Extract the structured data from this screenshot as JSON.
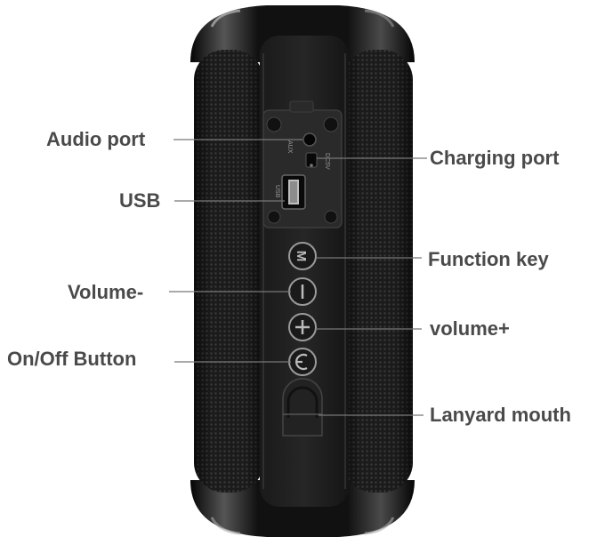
{
  "labels": {
    "audio_port": "Audio port",
    "usb": "USB",
    "volume_minus": "Volume-",
    "on_off_button": "On/Off Button",
    "charging_port": "Charging port",
    "function_key": "Function key",
    "volume_plus": "volume+",
    "lanyard_mouth": "Lanyard mouth"
  },
  "panel_markings": {
    "aux": "AUX",
    "dc5v": "DC5V",
    "usb": "USB"
  },
  "button_icons": [
    "mode-icon",
    "minus-icon",
    "plus-icon",
    "power-icon"
  ],
  "colors": {
    "label_text": "#4a4a4a",
    "leader_line": "#777777",
    "speaker_body": "#111111",
    "grille": "#1e1e1e"
  }
}
